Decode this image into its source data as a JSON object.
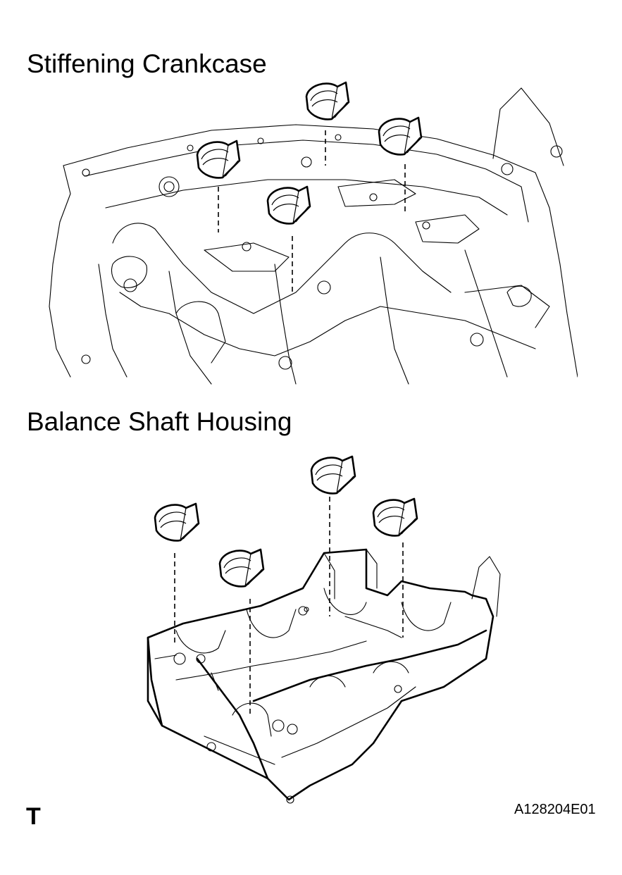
{
  "sections": [
    {
      "title": "Stiffening Crankcase"
    },
    {
      "title": "Balance Shaft Housing"
    }
  ],
  "corner_mark": "T",
  "figure_id": "A128204E01"
}
